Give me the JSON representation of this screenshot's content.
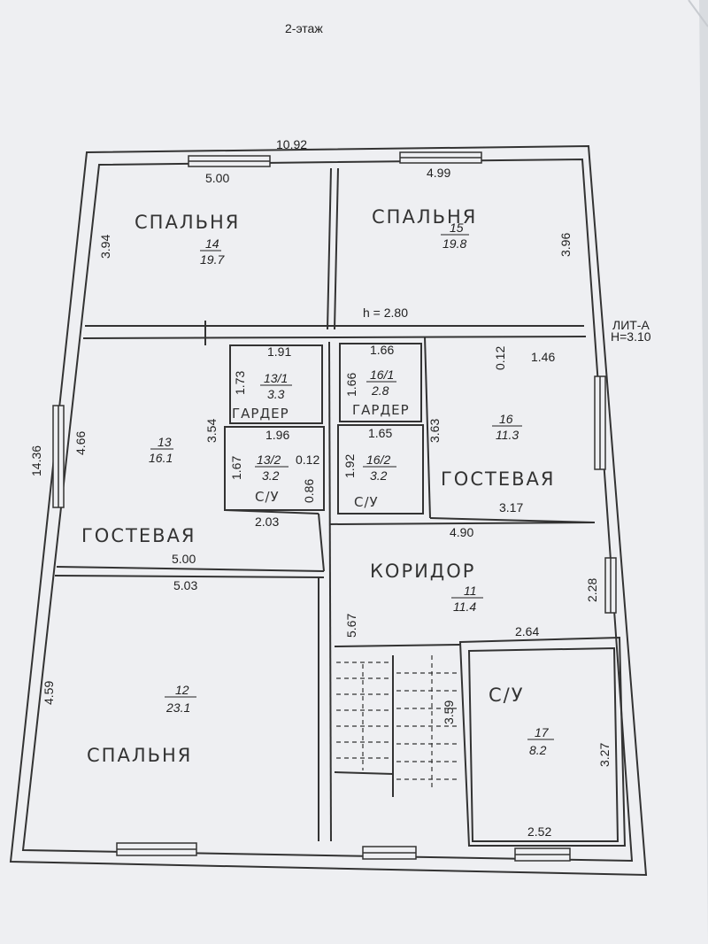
{
  "header": {
    "floor_title": "2-этаж"
  },
  "overall": {
    "width": "10.92",
    "depth": "14.36",
    "ceiling_height": "h = 2.80",
    "liter_label": "ЛИТ-А",
    "liter_height": "H=3.10"
  },
  "rooms": {
    "r14": {
      "name": "СПАЛЬНЯ",
      "number": "14",
      "area": "19.7",
      "width": "5.00",
      "depth": "3.94"
    },
    "r15": {
      "name": "СПАЛЬНЯ",
      "number": "15",
      "area": "19.8",
      "width": "4.99",
      "depth": "3.96"
    },
    "r13": {
      "name": "ГОСТЕВАЯ",
      "number": "13",
      "area": "16.1",
      "width": "5.00",
      "depth": "4.66",
      "side": "3.54"
    },
    "r13_1": {
      "name": "ГАРДЕР",
      "number": "13/1",
      "area": "3.3",
      "width": "1.91",
      "depth": "1.73"
    },
    "r13_2": {
      "name": "С/У",
      "number": "13/2",
      "area": "3.2",
      "width": "1.96",
      "depth": "1.67",
      "extra1": "0.12",
      "extra2": "0.86",
      "width2": "2.03"
    },
    "r16_1": {
      "name": "ГАРДЕР",
      "number": "16/1",
      "area": "2.8",
      "width": "1.66",
      "depth": "1.66"
    },
    "r16_2": {
      "name": "С/У",
      "number": "16/2",
      "area": "3.2",
      "width": "1.65",
      "depth": "1.92"
    },
    "r16": {
      "name": "ГОСТЕВАЯ",
      "number": "16",
      "area": "11.3",
      "width": "1.46",
      "offset": "0.12",
      "depth": "3.63",
      "width2": "3.17"
    },
    "r11": {
      "name": "КОРИДОР",
      "number": "11",
      "area": "11.4",
      "width": "4.90",
      "depth": "5.67",
      "side": "2.28",
      "width2": "2.64"
    },
    "r12": {
      "name": "СПАЛЬНЯ",
      "number": "12",
      "area": "23.1",
      "width": "5.03",
      "depth": "4.59"
    },
    "r17": {
      "name": "С/У",
      "number": "17",
      "area": "8.2",
      "width": "2.52",
      "depth": "3.27"
    },
    "stairs": {
      "length": "3.59"
    }
  }
}
